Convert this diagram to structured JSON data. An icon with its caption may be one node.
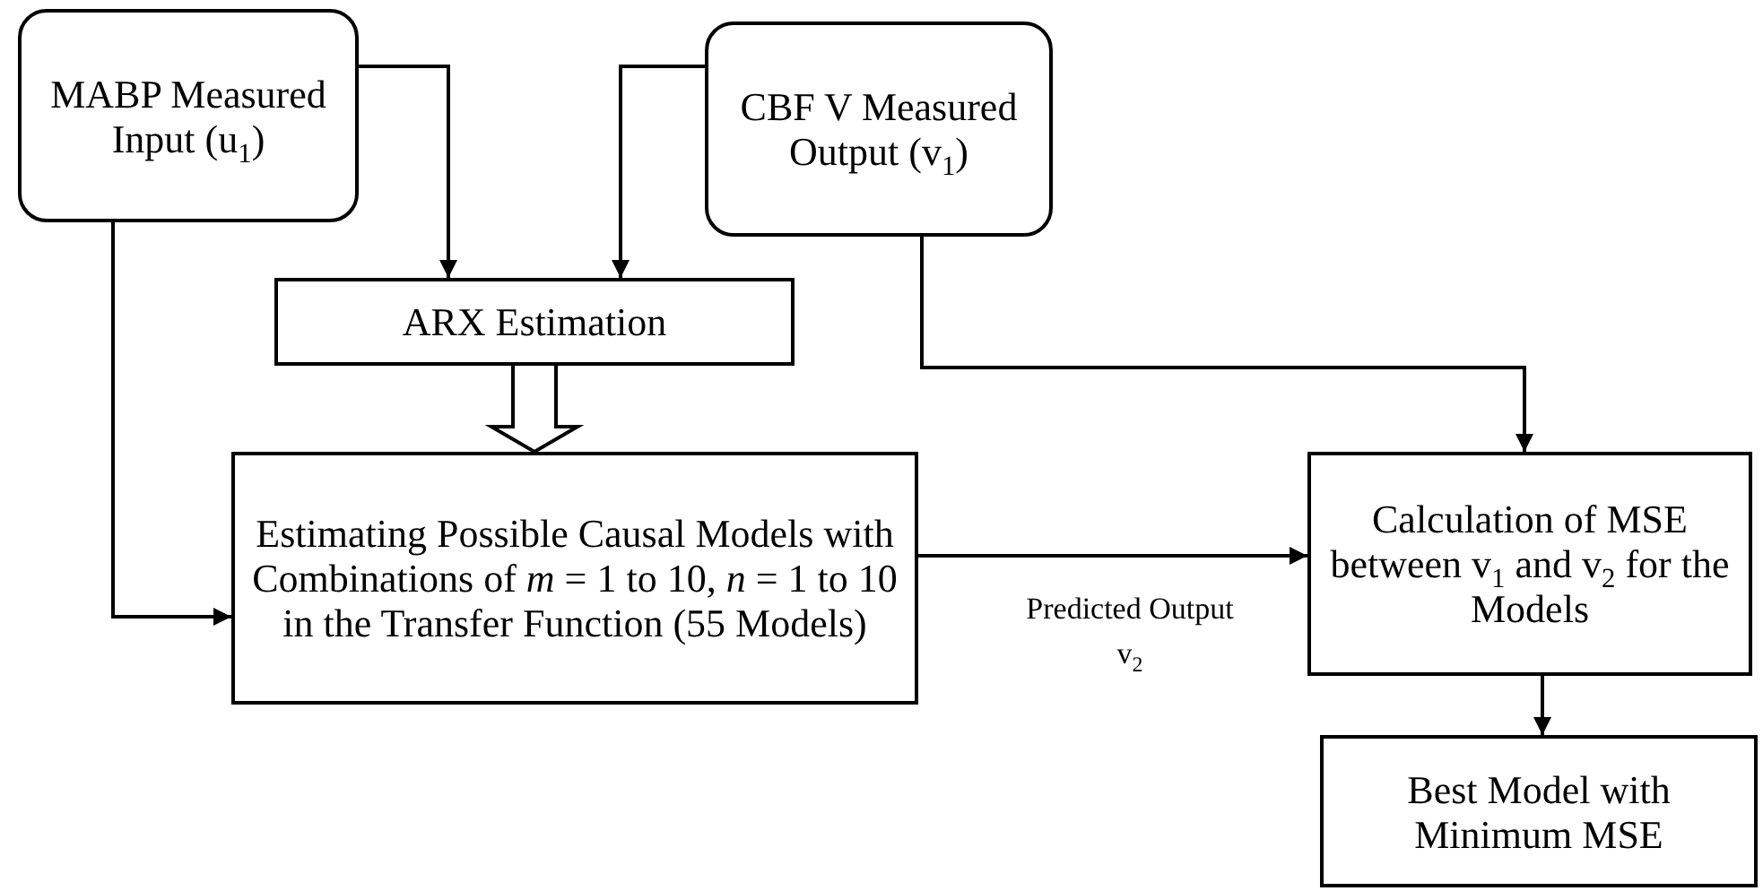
{
  "diagram": {
    "nodes": [
      {
        "text": [
          "MABP Measured Input (u$_{1}$)"
        ]
      },
      {
        "text": [
          "CBF V Measured Output (v$_{1}$)"
        ]
      },
      {
        "text": [
          "ARX Estimation"
        ]
      },
      {
        "text": [
          "Estimating Possible Causal Models with Combinations of *m* = 1 to 10, *n* = 1 to 10 in the Transfer Function (55 Models)"
        ]
      },
      {
        "text": [
          "Calculation of MSE between v$_{1}$ and v$_{2}$ for the Models"
        ]
      },
      {
        "text": [
          "Best Model with Minimum MSE"
        ]
      }
    ],
    "edges": [
      {
        "from": 0,
        "to": 2,
        "arrow": "to"
      },
      {
        "from": 1,
        "to": 2,
        "arrow": "to"
      },
      {
        "from": 2,
        "to": 3,
        "arrow": "to",
        "style": "thick"
      },
      {
        "from": 0,
        "to": 3,
        "arrow": "to"
      },
      {
        "from": 1,
        "to": 4,
        "arrow": "to"
      },
      {
        "from": 3,
        "to": 4,
        "arrow": "to",
        "label": "Predicted Output v$_{2}$"
      },
      {
        "from": 4,
        "to": 5,
        "arrow": "to"
      }
    ]
  }
}
